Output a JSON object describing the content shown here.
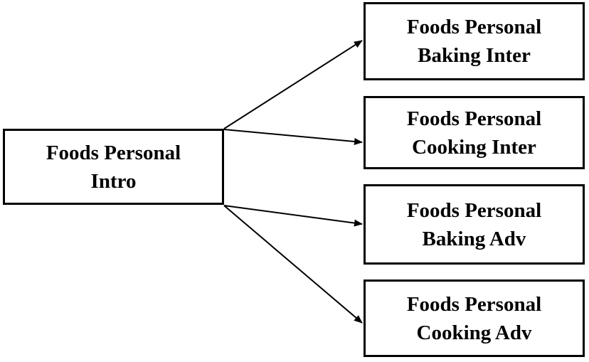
{
  "source": {
    "line1": "Foods Personal",
    "line2": "Intro"
  },
  "targets": [
    {
      "line1": "Foods Personal",
      "line2": "Baking Inter"
    },
    {
      "line1": "Foods Personal",
      "line2": "Cooking Inter"
    },
    {
      "line1": "Foods Personal",
      "line2": "Baking Adv"
    },
    {
      "line1": "Foods Personal",
      "line2": "Cooking Adv"
    }
  ],
  "colors": {
    "line": "#000000",
    "box_border": "#000000",
    "background": "#ffffff"
  }
}
